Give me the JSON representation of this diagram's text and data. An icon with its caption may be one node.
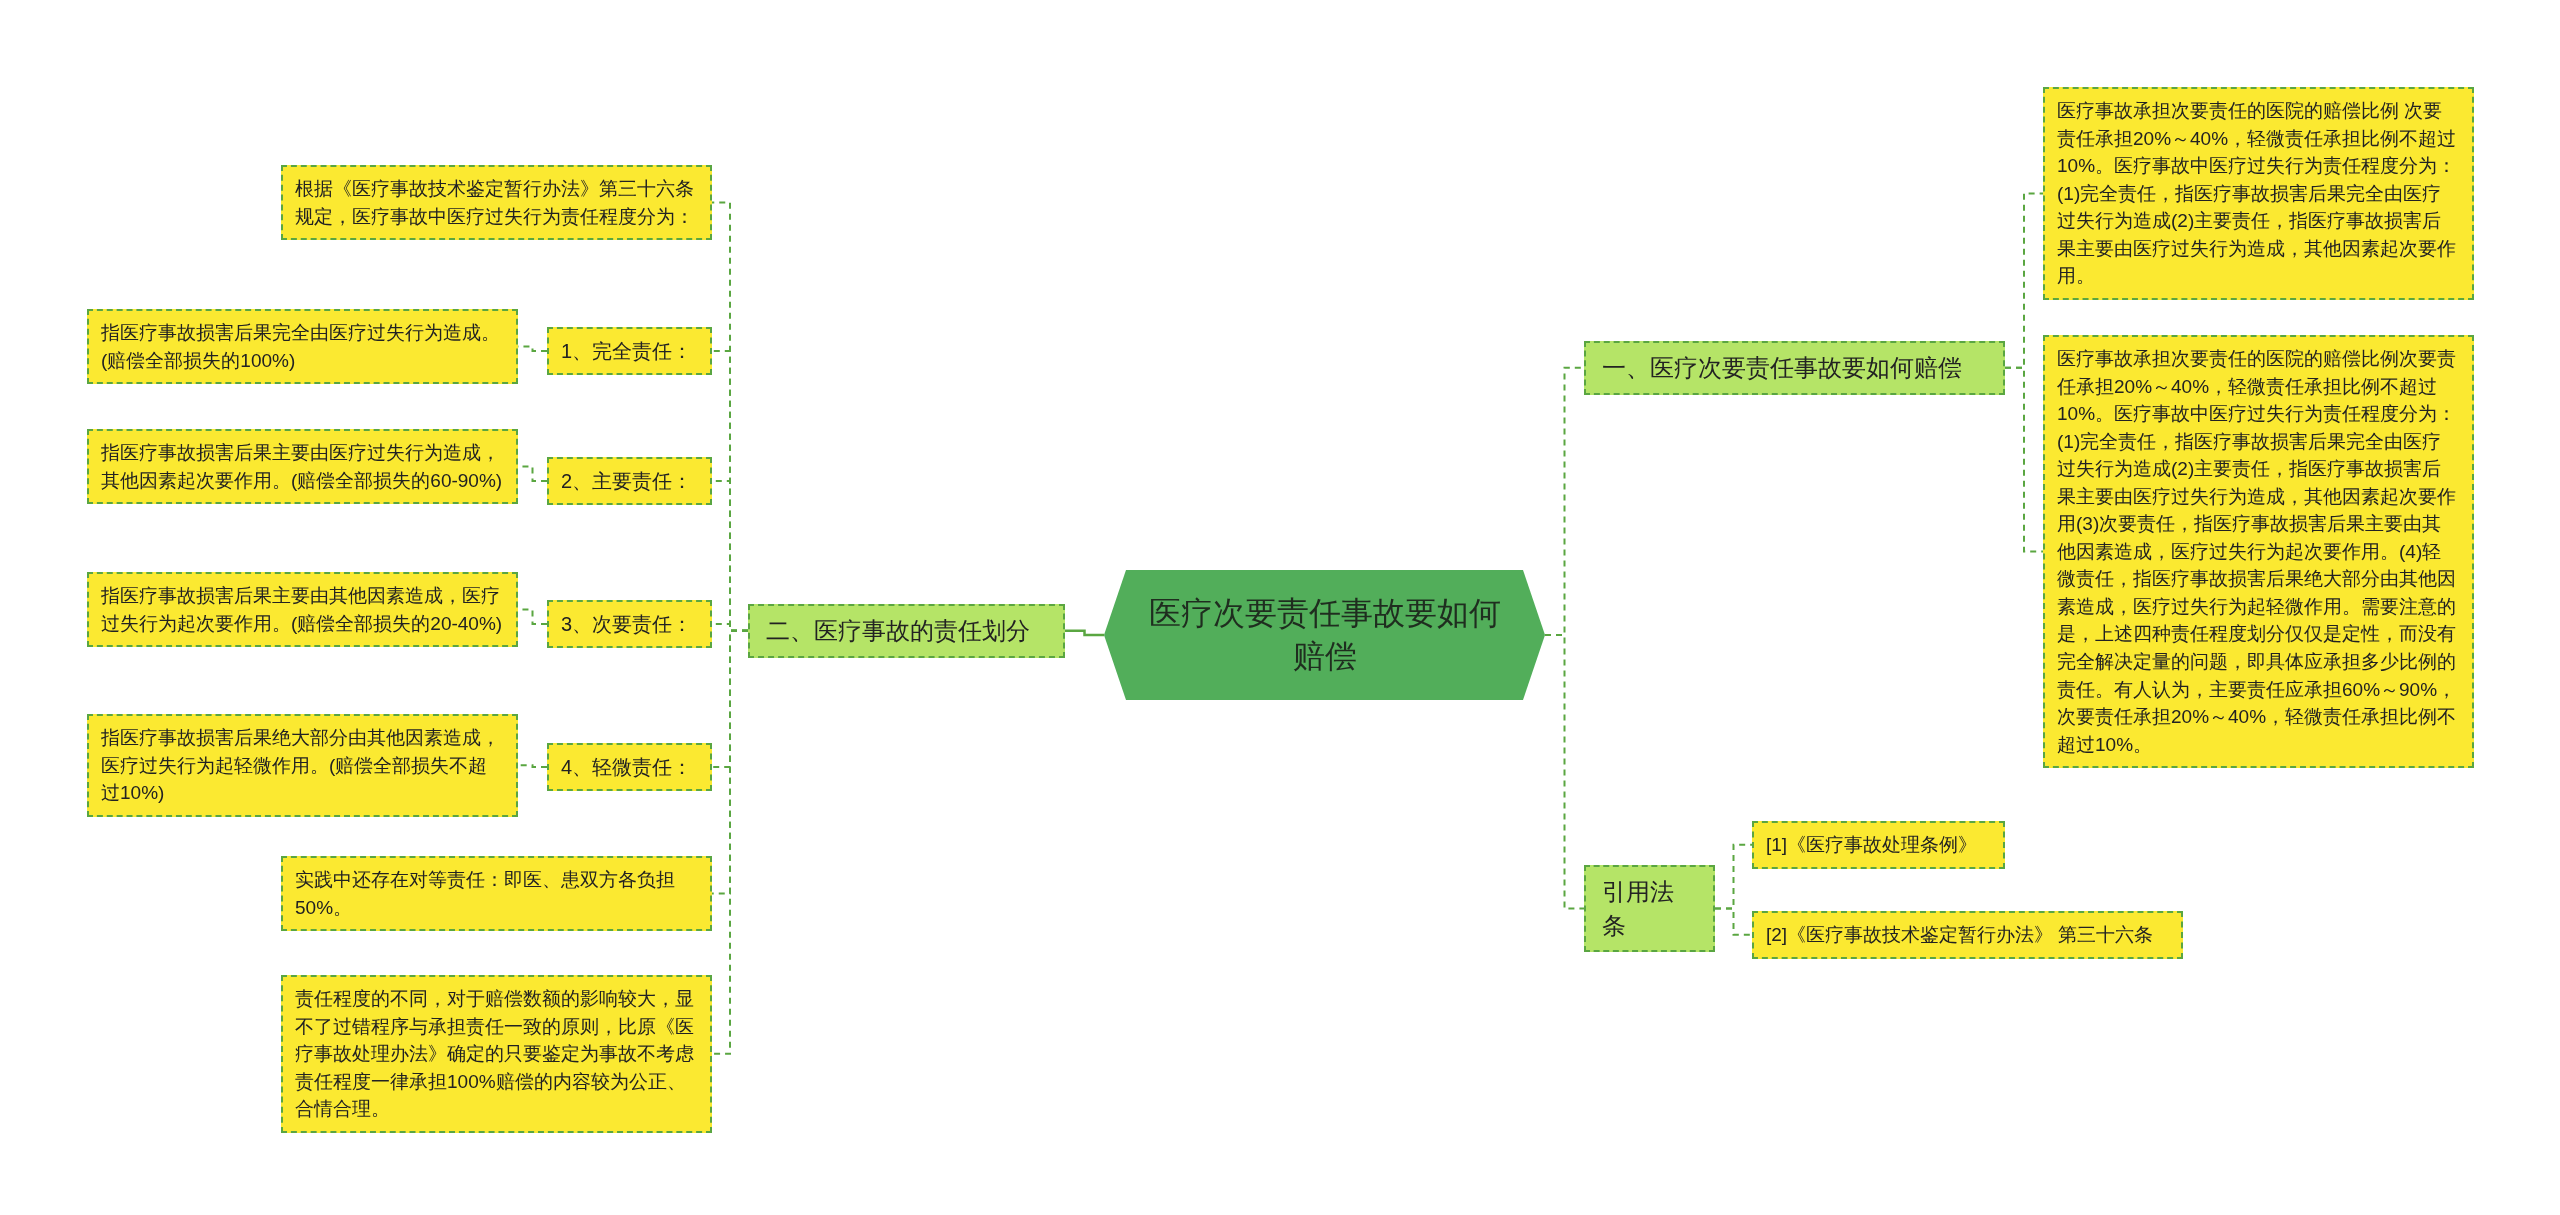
{
  "diagram": {
    "nodes": [
      {
        "text": [
          "医疗次要责任事故要如何赔偿"
        ]
      },
      {
        "text": [
          "二、医疗事故的责任划分"
        ]
      },
      {
        "text": [
          "根据《医疗事故技术鉴定暂行办法》第三十六条规定，医疗事故中医疗过失行为责任程度分为："
        ]
      },
      {
        "text": [
          "1、完全责任："
        ]
      },
      {
        "text": [
          "指医疗事故损害后果完全由医疗过失行为造成。(赔偿全部损失的100%)"
        ]
      },
      {
        "text": [
          "2、主要责任："
        ]
      },
      {
        "text": [
          "指医疗事故损害后果主要由医疗过失行为造成，其他因素起次要作用。(赔偿全部损失的60-90%)"
        ]
      },
      {
        "text": [
          "3、次要责任："
        ]
      },
      {
        "text": [
          "指医疗事故损害后果主要由其他因素造成，医疗过失行为起次要作用。(赔偿全部损失的20-40%)"
        ]
      },
      {
        "text": [
          "4、轻微责任："
        ]
      },
      {
        "text": [
          "指医疗事故损害后果绝大部分由其他因素造成，医疗过失行为起轻微作用。(赔偿全部损失不超过10%)"
        ]
      },
      {
        "text": [
          "实践中还存在对等责任：即医、患双方各负担50%。"
        ]
      },
      {
        "text": [
          "责任程度的不同，对于赔偿数额的影响较大，显不了过错程序与承担责任一致的原则，比原《医疗事故处理办法》确定的只要鉴定为事故不考虑责任程度一律承担100%赔偿的内容较为公正、合情合理。"
        ]
      },
      {
        "text": [
          "一、医疗次要责任事故要如何赔偿"
        ]
      },
      {
        "text": [
          "医疗事故承担次要责任的医院的赔偿比例 次要责任承担20%～40%，轻微责任承担比例不超过10%。医疗事故中医疗过失行为责任程度分为：(1)完全责任，指医疗事故损害后果完全由医疗过失行为造成(2)主要责任，指医疗事故损害后果主要由医疗过失行为造成，其他因素起次要作用。"
        ]
      },
      {
        "text": [
          "医疗事故承担次要责任的医院的赔偿比例次要责任承担20%～40%，轻微责任承担比例不超过10%。医疗事故中医疗过失行为责任程度分为：(1)完全责任，指医疗事故损害后果完全由医疗过失行为造成(2)主要责任，指医疗事故损害后果主要由医疗过失行为造成，其他因素起次要作用(3)次要责任，指医疗事故损害后果主要由其他因素造成，医疗过失行为起次要作用。(4)轻微责任，指医疗事故损害后果绝大部分由其他因素造成，医疗过失行为起轻微作用。需要注意的是，上述四种责任程度划分仅仅是定性，而没有完全解决定量的问题，即具体应承担多少比例的责任。有人认为，主要责任应承担60%～90%，次要责任承担20%～40%，轻微责任承担比例不超过10%。"
        ]
      },
      {
        "text": [
          "引用法条"
        ]
      },
      {
        "text": [
          "[1]《医疗事故处理条例》"
        ]
      },
      {
        "text": [
          "[2]《医疗事故技术鉴定暂行办法》 第三十六条"
        ]
      }
    ],
    "edges": [
      {
        "from": 0,
        "to": 1,
        "arrow": "none"
      },
      {
        "from": 1,
        "to": 2,
        "arrow": "none",
        "style": "dashed"
      },
      {
        "from": 1,
        "to": 3,
        "arrow": "none",
        "style": "dashed"
      },
      {
        "from": 3,
        "to": 4,
        "arrow": "none",
        "style": "dashed"
      },
      {
        "from": 1,
        "to": 5,
        "arrow": "none",
        "style": "dashed"
      },
      {
        "from": 5,
        "to": 6,
        "arrow": "none",
        "style": "dashed"
      },
      {
        "from": 1,
        "to": 7,
        "arrow": "none",
        "style": "dashed"
      },
      {
        "from": 7,
        "to": 8,
        "arrow": "none",
        "style": "dashed"
      },
      {
        "from": 1,
        "to": 9,
        "arrow": "none",
        "style": "dashed"
      },
      {
        "from": 9,
        "to": 10,
        "arrow": "none",
        "style": "dashed"
      },
      {
        "from": 1,
        "to": 11,
        "arrow": "none",
        "style": "dashed"
      },
      {
        "from": 1,
        "to": 12,
        "arrow": "none",
        "style": "dashed"
      },
      {
        "from": 0,
        "to": 13,
        "arrow": "none",
        "style": "dashed"
      },
      {
        "from": 13,
        "to": 14,
        "arrow": "none",
        "style": "dashed"
      },
      {
        "from": 13,
        "to": 15,
        "arrow": "none",
        "style": "dashed"
      },
      {
        "from": 0,
        "to": 16,
        "arrow": "none",
        "style": "dashed"
      },
      {
        "from": 16,
        "to": 17,
        "arrow": "none",
        "style": "dashed"
      },
      {
        "from": 16,
        "to": 18,
        "arrow": "none",
        "style": "dashed"
      }
    ]
  }
}
